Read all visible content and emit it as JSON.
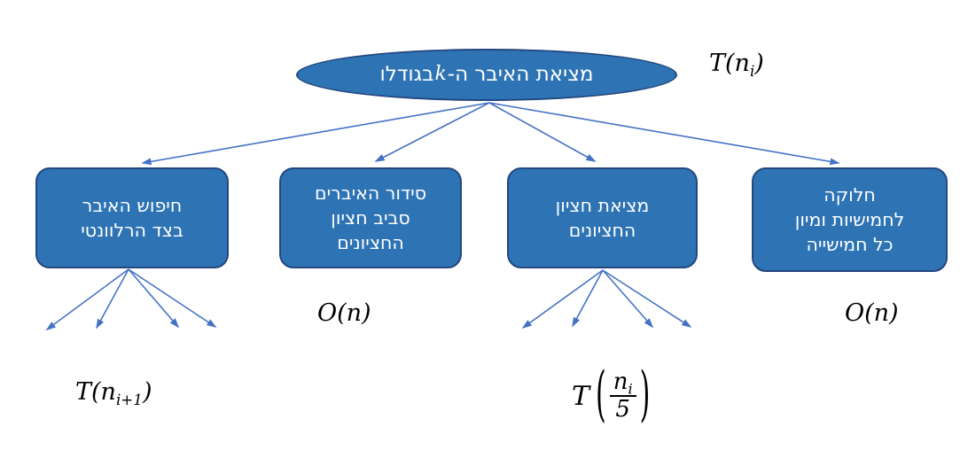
{
  "colors": {
    "shape_fill": "#2E74B5",
    "shape_border": "#24477E",
    "arrow": "#4472C4",
    "text_on_shape": "#FFFFFF",
    "math_text": "#000000",
    "background": "#FFFFFF"
  },
  "root": {
    "label_parts": {
      "before": "מציאת האיבר ה-",
      "k": "k",
      "after": " בגודלו"
    }
  },
  "boxes": [
    {
      "id": "search-relevant-side",
      "lines": [
        "חיפוש האיבר",
        "בצד הרלוונטי"
      ]
    },
    {
      "id": "partition-around-median",
      "lines": [
        "סידור האיברים",
        "סביב חציון",
        "החציונים"
      ]
    },
    {
      "id": "find-median-of-medians",
      "lines": [
        "מציאת חציון",
        "החציונים"
      ]
    },
    {
      "id": "split-into-fives-and-sort",
      "lines": [
        "חלוקה",
        "לחמישיות ומיון",
        "כל חמישייה"
      ]
    }
  ],
  "annotations": {
    "t_ni": {
      "pre": "T(n",
      "sub": "i",
      "post": ")"
    },
    "t_ni1": {
      "pre": "T(n",
      "sub": "i+1",
      "post": ")"
    },
    "o_n_partition": "O(n)",
    "o_n_split": "O(n)",
    "t_frac": {
      "t": "T",
      "open": "(",
      "num_base": "n",
      "num_sub": "i",
      "den": "5",
      "close": ")"
    }
  }
}
